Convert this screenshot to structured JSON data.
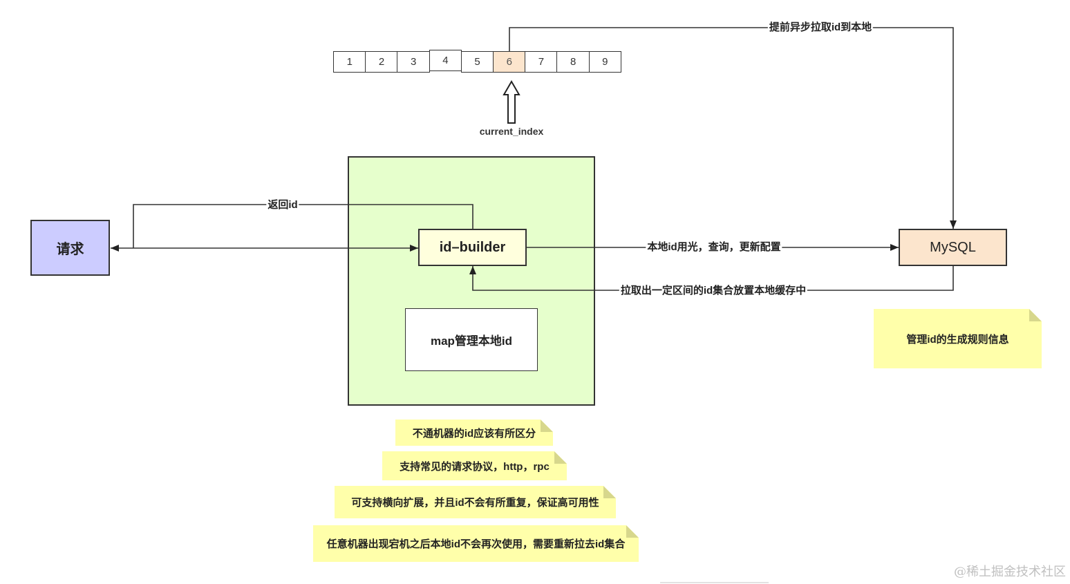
{
  "index_bar": {
    "cells": [
      "1",
      "2",
      "3",
      "4",
      "5",
      "6",
      "7",
      "8",
      "9"
    ],
    "highlighted": "6",
    "pointer_label": "current_index"
  },
  "nodes": {
    "request": "请求",
    "id_builder": "id–builder",
    "local_map": "map管理本地id",
    "mysql": "MySQL"
  },
  "edges": {
    "prefetch": "提前异步拉取id到本地",
    "return_id": "返回id",
    "query_update": "本地id用光，查询，更新配置",
    "pull_range": "拉取出一定区间的id集合放置本地缓存中"
  },
  "notes": {
    "mysql_note": "管理id的生成规则信息",
    "requirements": [
      "不通机器的id应该有所区分",
      "支持常见的请求协议，http，rpc",
      "可支持横向扩展，并且id不会有所重复，保证高可用性",
      "任意机器出现宕机之后本地id不会再次使用，需要重新拉去id集合"
    ]
  },
  "watermark": "@稀土掘金技术社区",
  "colors": {
    "request": "#ccccff",
    "id_builder": "#ffffdd",
    "service_container": "#e6ffcc",
    "mysql": "#fce5cd",
    "current_cell": "#fce5cd",
    "note": "#ffffaa",
    "note_fold": "#d7d78c"
  }
}
